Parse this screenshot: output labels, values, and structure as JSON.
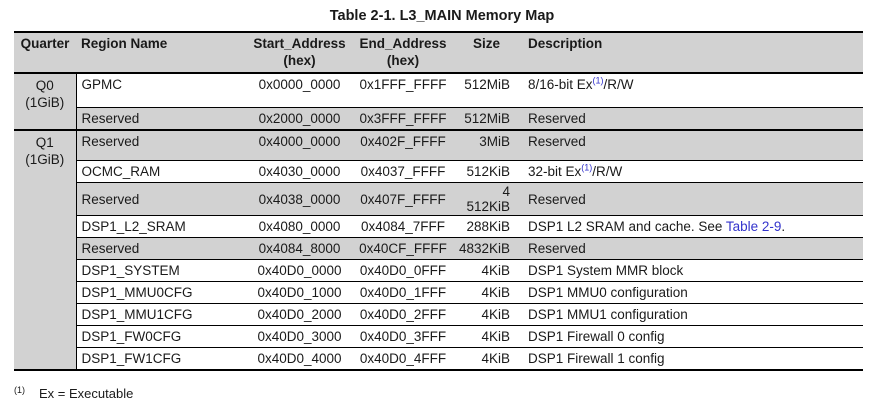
{
  "title": "Table 2-1. L3_MAIN Memory Map",
  "colors": {
    "header_bg": "#d2d2d2",
    "shaded_row_bg": "#d2d2d2",
    "border": "#000000",
    "text": "#1a1a1a",
    "link_blue": "#3333cc"
  },
  "columns": [
    {
      "label": "Quarter"
    },
    {
      "label": "Region Name"
    },
    {
      "label": "Start_Address",
      "sub": "(hex)"
    },
    {
      "label": "End_Address",
      "sub": "(hex)"
    },
    {
      "label": "Size"
    },
    {
      "label": "Description"
    }
  ],
  "groups": [
    {
      "quarter": "Q0",
      "capacity": "(1GiB)",
      "rows": [
        {
          "region": "GPMC",
          "start": "0x0000_0000",
          "end": "0x1FFF_FFFF",
          "size": "512MiB",
          "shaded": false,
          "desc": [
            {
              "text": "8/16-bit Ex"
            },
            {
              "text": "(1)",
              "style": "suplink"
            },
            {
              "text": "/R/W"
            }
          ]
        },
        {
          "region": "Reserved",
          "start": "0x2000_0000",
          "end": "0x3FFF_FFFF",
          "size": "512MiB",
          "shaded": true,
          "desc": [
            {
              "text": "Reserved"
            }
          ]
        }
      ]
    },
    {
      "quarter": "Q1",
      "capacity": "(1GiB)",
      "rows": [
        {
          "region": "Reserved",
          "start": "0x4000_0000",
          "end": "0x402F_FFFF",
          "size": "3MiB",
          "shaded": true,
          "desc": [
            {
              "text": "Reserved"
            }
          ]
        },
        {
          "region": "OCMC_RAM",
          "start": "0x4030_0000",
          "end": "0x4037_FFFF",
          "size": "512KiB",
          "shaded": false,
          "desc": [
            {
              "text": "32-bit Ex"
            },
            {
              "text": "(1)",
              "style": "suplink"
            },
            {
              "text": "/R/W"
            }
          ]
        },
        {
          "region": "Reserved",
          "start": "0x4038_0000",
          "end": "0x407F_FFFF",
          "size": "4 512KiB",
          "shaded": true,
          "desc": [
            {
              "text": "Reserved"
            }
          ]
        },
        {
          "region": "DSP1_L2_SRAM",
          "start": "0x4080_0000",
          "end": "0x4084_7FFF",
          "size": "288KiB",
          "shaded": false,
          "desc": [
            {
              "text": "DSP1 L2 SRAM and cache. See "
            },
            {
              "text": "Table 2-9",
              "style": "link"
            },
            {
              "text": "."
            }
          ]
        },
        {
          "region": "Reserved",
          "start": "0x4084_8000",
          "end": "0x40CF_FFFF",
          "size": "4832KiB",
          "shaded": true,
          "desc": [
            {
              "text": "Reserved"
            }
          ]
        },
        {
          "region": "DSP1_SYSTEM",
          "start": "0x40D0_0000",
          "end": "0x40D0_0FFF",
          "size": "4KiB",
          "shaded": false,
          "desc": [
            {
              "text": "DSP1 System MMR block"
            }
          ]
        },
        {
          "region": "DSP1_MMU0CFG",
          "start": "0x40D0_1000",
          "end": "0x40D0_1FFF",
          "size": "4KiB",
          "shaded": false,
          "desc": [
            {
              "text": "DSP1 MMU0 configuration"
            }
          ]
        },
        {
          "region": "DSP1_MMU1CFG",
          "start": "0x40D0_2000",
          "end": "0x40D0_2FFF",
          "size": "4KiB",
          "shaded": false,
          "desc": [
            {
              "text": "DSP1 MMU1 configuration"
            }
          ]
        },
        {
          "region": "DSP1_FW0CFG",
          "start": "0x40D0_3000",
          "end": "0x40D0_3FFF",
          "size": "4KiB",
          "shaded": false,
          "desc": [
            {
              "text": "DSP1 Firewall 0 config"
            }
          ]
        },
        {
          "region": "DSP1_FW1CFG",
          "start": "0x40D0_4000",
          "end": "0x40D0_4FFF",
          "size": "4KiB",
          "shaded": false,
          "desc": [
            {
              "text": "DSP1 Firewall 1 config"
            }
          ]
        }
      ]
    }
  ],
  "footnote": {
    "marker": "(1)",
    "text": "Ex = Executable"
  }
}
